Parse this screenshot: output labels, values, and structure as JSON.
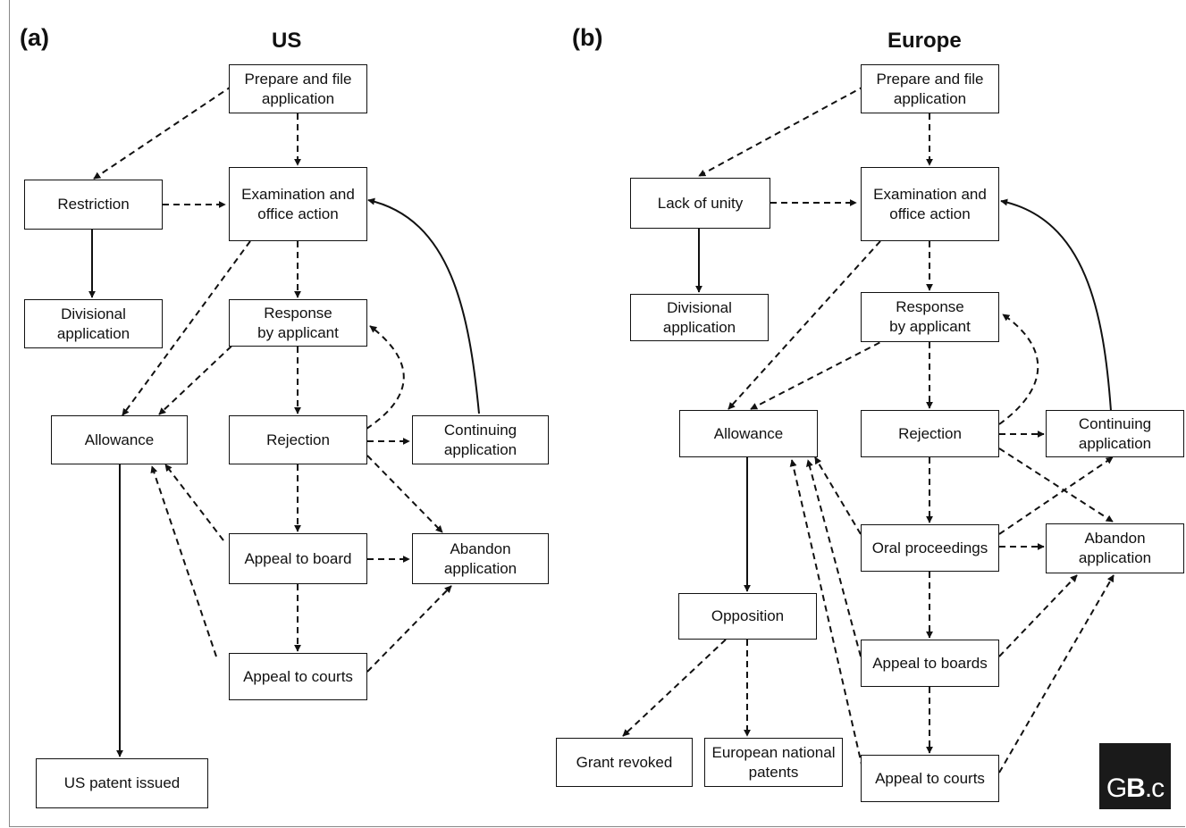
{
  "panels": {
    "a": {
      "label": "(a)",
      "title": "US"
    },
    "b": {
      "label": "(b)",
      "title": "Europe"
    }
  },
  "us": {
    "prepare": "Prepare and file\napplication",
    "restriction": "Restriction",
    "examination": "Examination and\noffice action",
    "divisional": "Divisional\napplication",
    "response": "Response\nby applicant",
    "allowance": "Allowance",
    "rejection": "Rejection",
    "continuing": "Continuing\napplication",
    "appeal_board": "Appeal to board",
    "abandon": "Abandon\napplication",
    "appeal_courts": "Appeal to courts",
    "patent_issued": "US patent issued"
  },
  "eu": {
    "prepare": "Prepare and file\napplication",
    "lack_unity": "Lack of unity",
    "examination": "Examination and\noffice action",
    "divisional": "Divisional\napplication",
    "response": "Response\nby applicant",
    "allowance": "Allowance",
    "rejection": "Rejection",
    "continuing": "Continuing\napplication",
    "oral": "Oral proceedings",
    "abandon": "Abandon\napplication",
    "opposition": "Opposition",
    "appeal_boards": "Appeal to boards",
    "grant_revoked": "Grant revoked",
    "national_patents": "European national\npatents",
    "appeal_courts": "Appeal to courts"
  },
  "logo": {
    "text_g": "G",
    "text_b": "B",
    "text_c": ".c"
  }
}
